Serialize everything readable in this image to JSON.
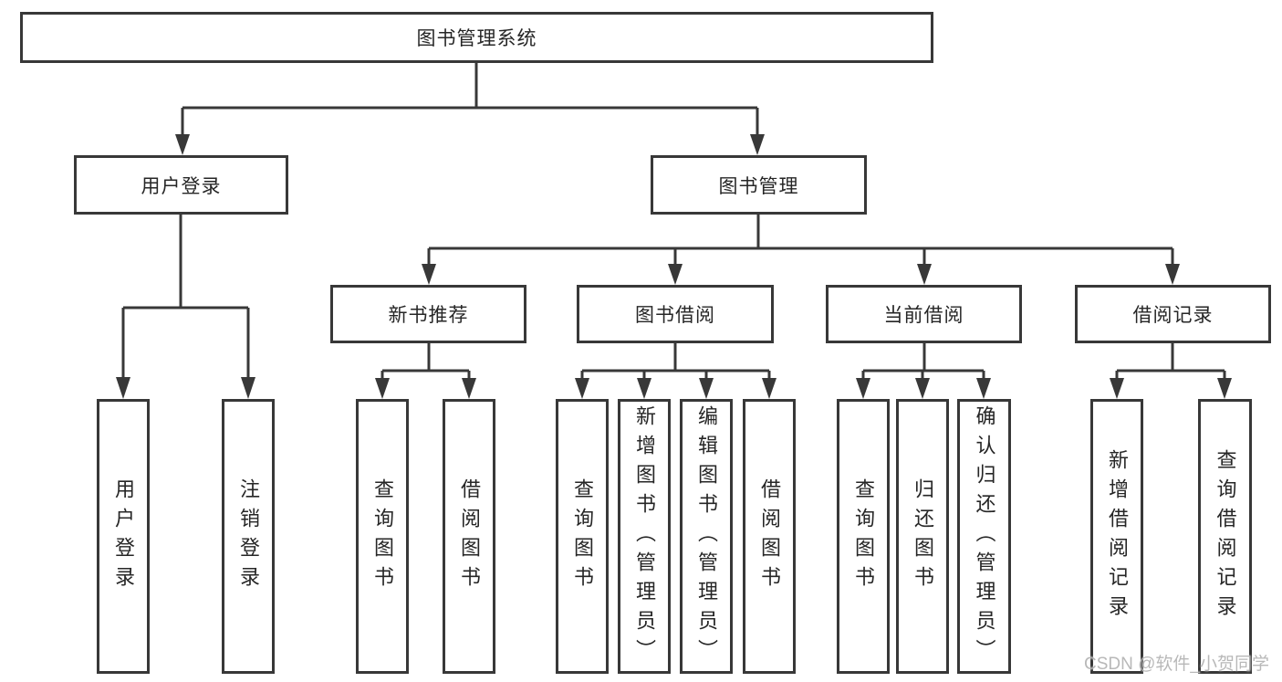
{
  "colors": {
    "line": "#383838",
    "text": "#262626",
    "box_background": "#ffffff",
    "watermark": "#b3b3b3"
  },
  "watermark": {
    "text": "CSDN @软件_小贺同学"
  },
  "tree": {
    "label": "图书管理系统",
    "children": [
      {
        "label": "用户登录",
        "children": [
          {
            "label": "用户登录"
          },
          {
            "label": "注销登录"
          }
        ]
      },
      {
        "label": "图书管理",
        "children": [
          {
            "label": "新书推荐",
            "children": [
              {
                "label": "查询图书"
              },
              {
                "label": "借阅图书"
              }
            ]
          },
          {
            "label": "图书借阅",
            "children": [
              {
                "label": "查询图书"
              },
              {
                "label": "新增图书（管理员）"
              },
              {
                "label": "编辑图书（管理员）"
              },
              {
                "label": "借阅图书"
              }
            ]
          },
          {
            "label": "当前借阅",
            "children": [
              {
                "label": "查询图书"
              },
              {
                "label": "归还图书"
              },
              {
                "label": "确认归还（管理员）"
              }
            ]
          },
          {
            "label": "借阅记录",
            "children": [
              {
                "label": "新增借阅记录"
              },
              {
                "label": "查询借阅记录"
              }
            ]
          }
        ]
      }
    ]
  }
}
